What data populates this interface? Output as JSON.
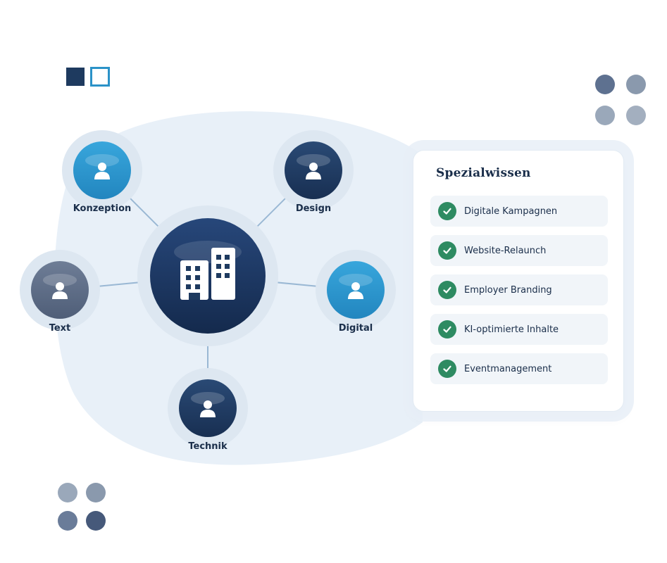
{
  "colors": {
    "navy": "#1e3a5f",
    "blue": "#2b92c8",
    "slate": "#5b6a85",
    "green": "#2e8b62",
    "blob": "#e8f0f8",
    "text": "#1a2e4a"
  },
  "center_node": {
    "icon": "office-building-icon"
  },
  "nodes": [
    {
      "id": "konzeption",
      "label": "Konzeption",
      "style": "blue",
      "icon": "person-icon"
    },
    {
      "id": "design",
      "label": "Design",
      "style": "navy",
      "icon": "person-icon"
    },
    {
      "id": "text",
      "label": "Text",
      "style": "slate",
      "icon": "person-icon"
    },
    {
      "id": "digital",
      "label": "Digital",
      "style": "blue",
      "icon": "person-icon"
    },
    {
      "id": "technik",
      "label": "Technik",
      "style": "navy",
      "icon": "person-icon"
    }
  ],
  "card": {
    "title": "Spezialwissen",
    "items": [
      "Digitale Kampagnen",
      "Website-Relaunch",
      "Employer Branding",
      "KI-optimierte Inhalte",
      "Eventmanagement"
    ],
    "item_icon": "check-icon"
  }
}
